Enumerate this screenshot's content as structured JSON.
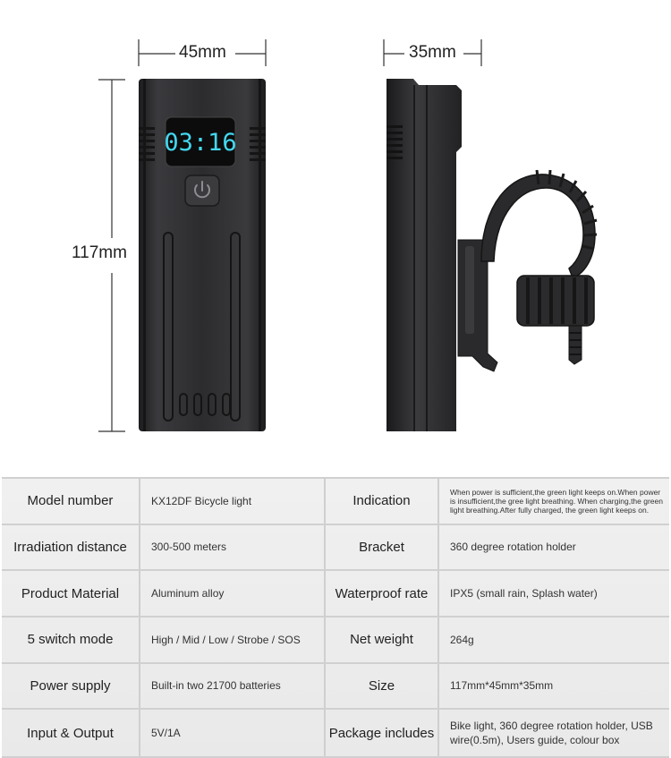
{
  "dimensions": {
    "width_label": "45mm",
    "depth_label": "35mm",
    "height_label": "117mm"
  },
  "display": {
    "time": "03:16"
  },
  "specs": [
    {
      "left_label": "Model number",
      "left_value": "KX12DF Bicycle light",
      "right_label": "Indication",
      "right_value": "When power is sufficient,the green light keeps on.When power is insufficient,the gree light breathing. When charging,the green light breathing.After fully charged, the green light keeps on."
    },
    {
      "left_label": "Irradiation distance",
      "left_value": "300-500 meters",
      "right_label": "Bracket",
      "right_value": "360 degree rotation holder"
    },
    {
      "left_label": "Product Material",
      "left_value": "Aluminum alloy",
      "right_label": "Waterproof rate",
      "right_value": "IPX5 (small rain, Splash water)"
    },
    {
      "left_label": "5 switch mode",
      "left_value": "High / Mid / Low / Strobe / SOS",
      "right_label": "Net weight",
      "right_value": "264g"
    },
    {
      "left_label": "Power supply",
      "left_value": "Built-in two 21700 batteries",
      "right_label": "Size",
      "right_value": "117mm*45mm*35mm"
    },
    {
      "left_label": "Input & Output",
      "left_value": "5V/1A",
      "right_label": "Package includes",
      "right_value": "Bike light, 360 degree rotation holder, USB wire(0.5m), Users guide, colour box"
    }
  ]
}
